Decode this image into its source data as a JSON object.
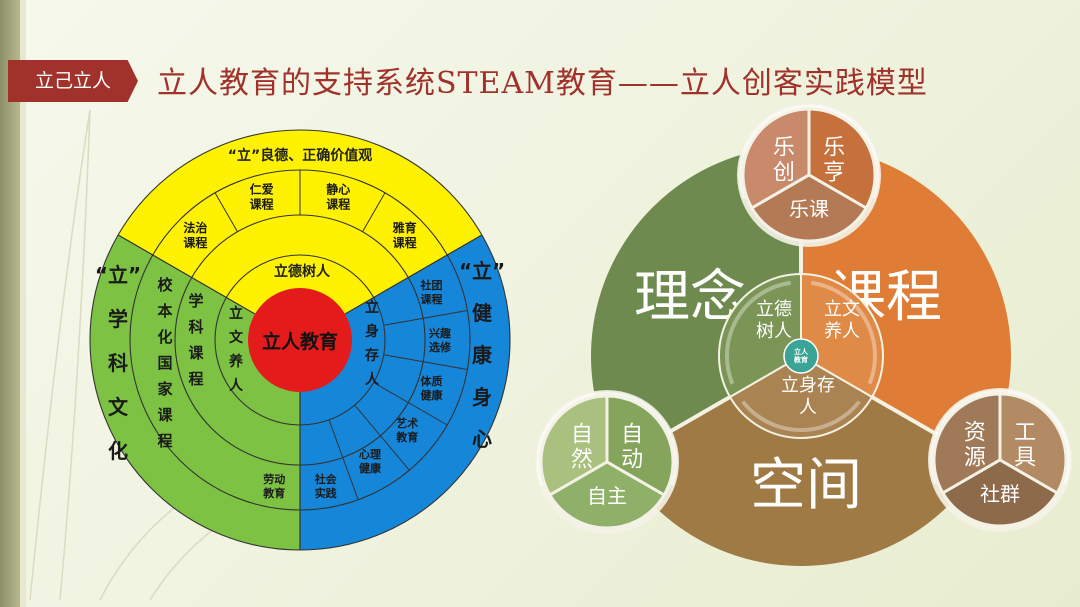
{
  "tag": "立己立人",
  "title": "立人教育的支持系统STEAM教育——立人创客实践模型",
  "wheel": {
    "center": "立人教育",
    "top_sector": "“立”良德、正确价值观",
    "left_sector": [
      "“立”",
      "学",
      "科",
      "文",
      "化"
    ],
    "right_sector": [
      "“立”",
      "健",
      "康",
      "身",
      "心"
    ],
    "yellow_courses": [
      "法治\n课程",
      "仁爱\n课程",
      "静心\n课程",
      "雅育\n课程"
    ],
    "yellow_inner": "立德树人",
    "green_outer": [
      "校",
      "本",
      "化",
      "国",
      "家",
      "课",
      "程"
    ],
    "green_mid": [
      "学",
      "科",
      "课",
      "程"
    ],
    "green_inner": [
      "立",
      "文",
      "养",
      "人"
    ],
    "blue_inner": [
      "立",
      "身",
      "存",
      "人"
    ],
    "blue_courses": [
      "社团\n课程",
      "兴趣\n选修",
      "体质\n健康",
      "艺术\n教育",
      "心理\n健康",
      "社会\n实践",
      "劳动\n教育"
    ]
  },
  "model": {
    "big1": "理念",
    "big2": "课程",
    "big3": "空间",
    "inner1": "立德\n树人",
    "inner2": "立文\n养人",
    "inner3": "立身存\n人",
    "core": "立人\n教育",
    "top_cycle": [
      "乐\n创",
      "乐\n亨",
      "乐课"
    ],
    "left_cycle": [
      "自\n然",
      "自\n动",
      "自主"
    ],
    "right_cycle": [
      "资\n源",
      "工\n具",
      "社群"
    ]
  },
  "colors": {
    "red": "#e31b1b",
    "yellow": "#fff200",
    "green": "#7dc242",
    "blue": "#1686d9",
    "olive": "#6f8a4f",
    "orange": "#df7c35",
    "brown": "#a07a44",
    "title": "#a1322b"
  }
}
